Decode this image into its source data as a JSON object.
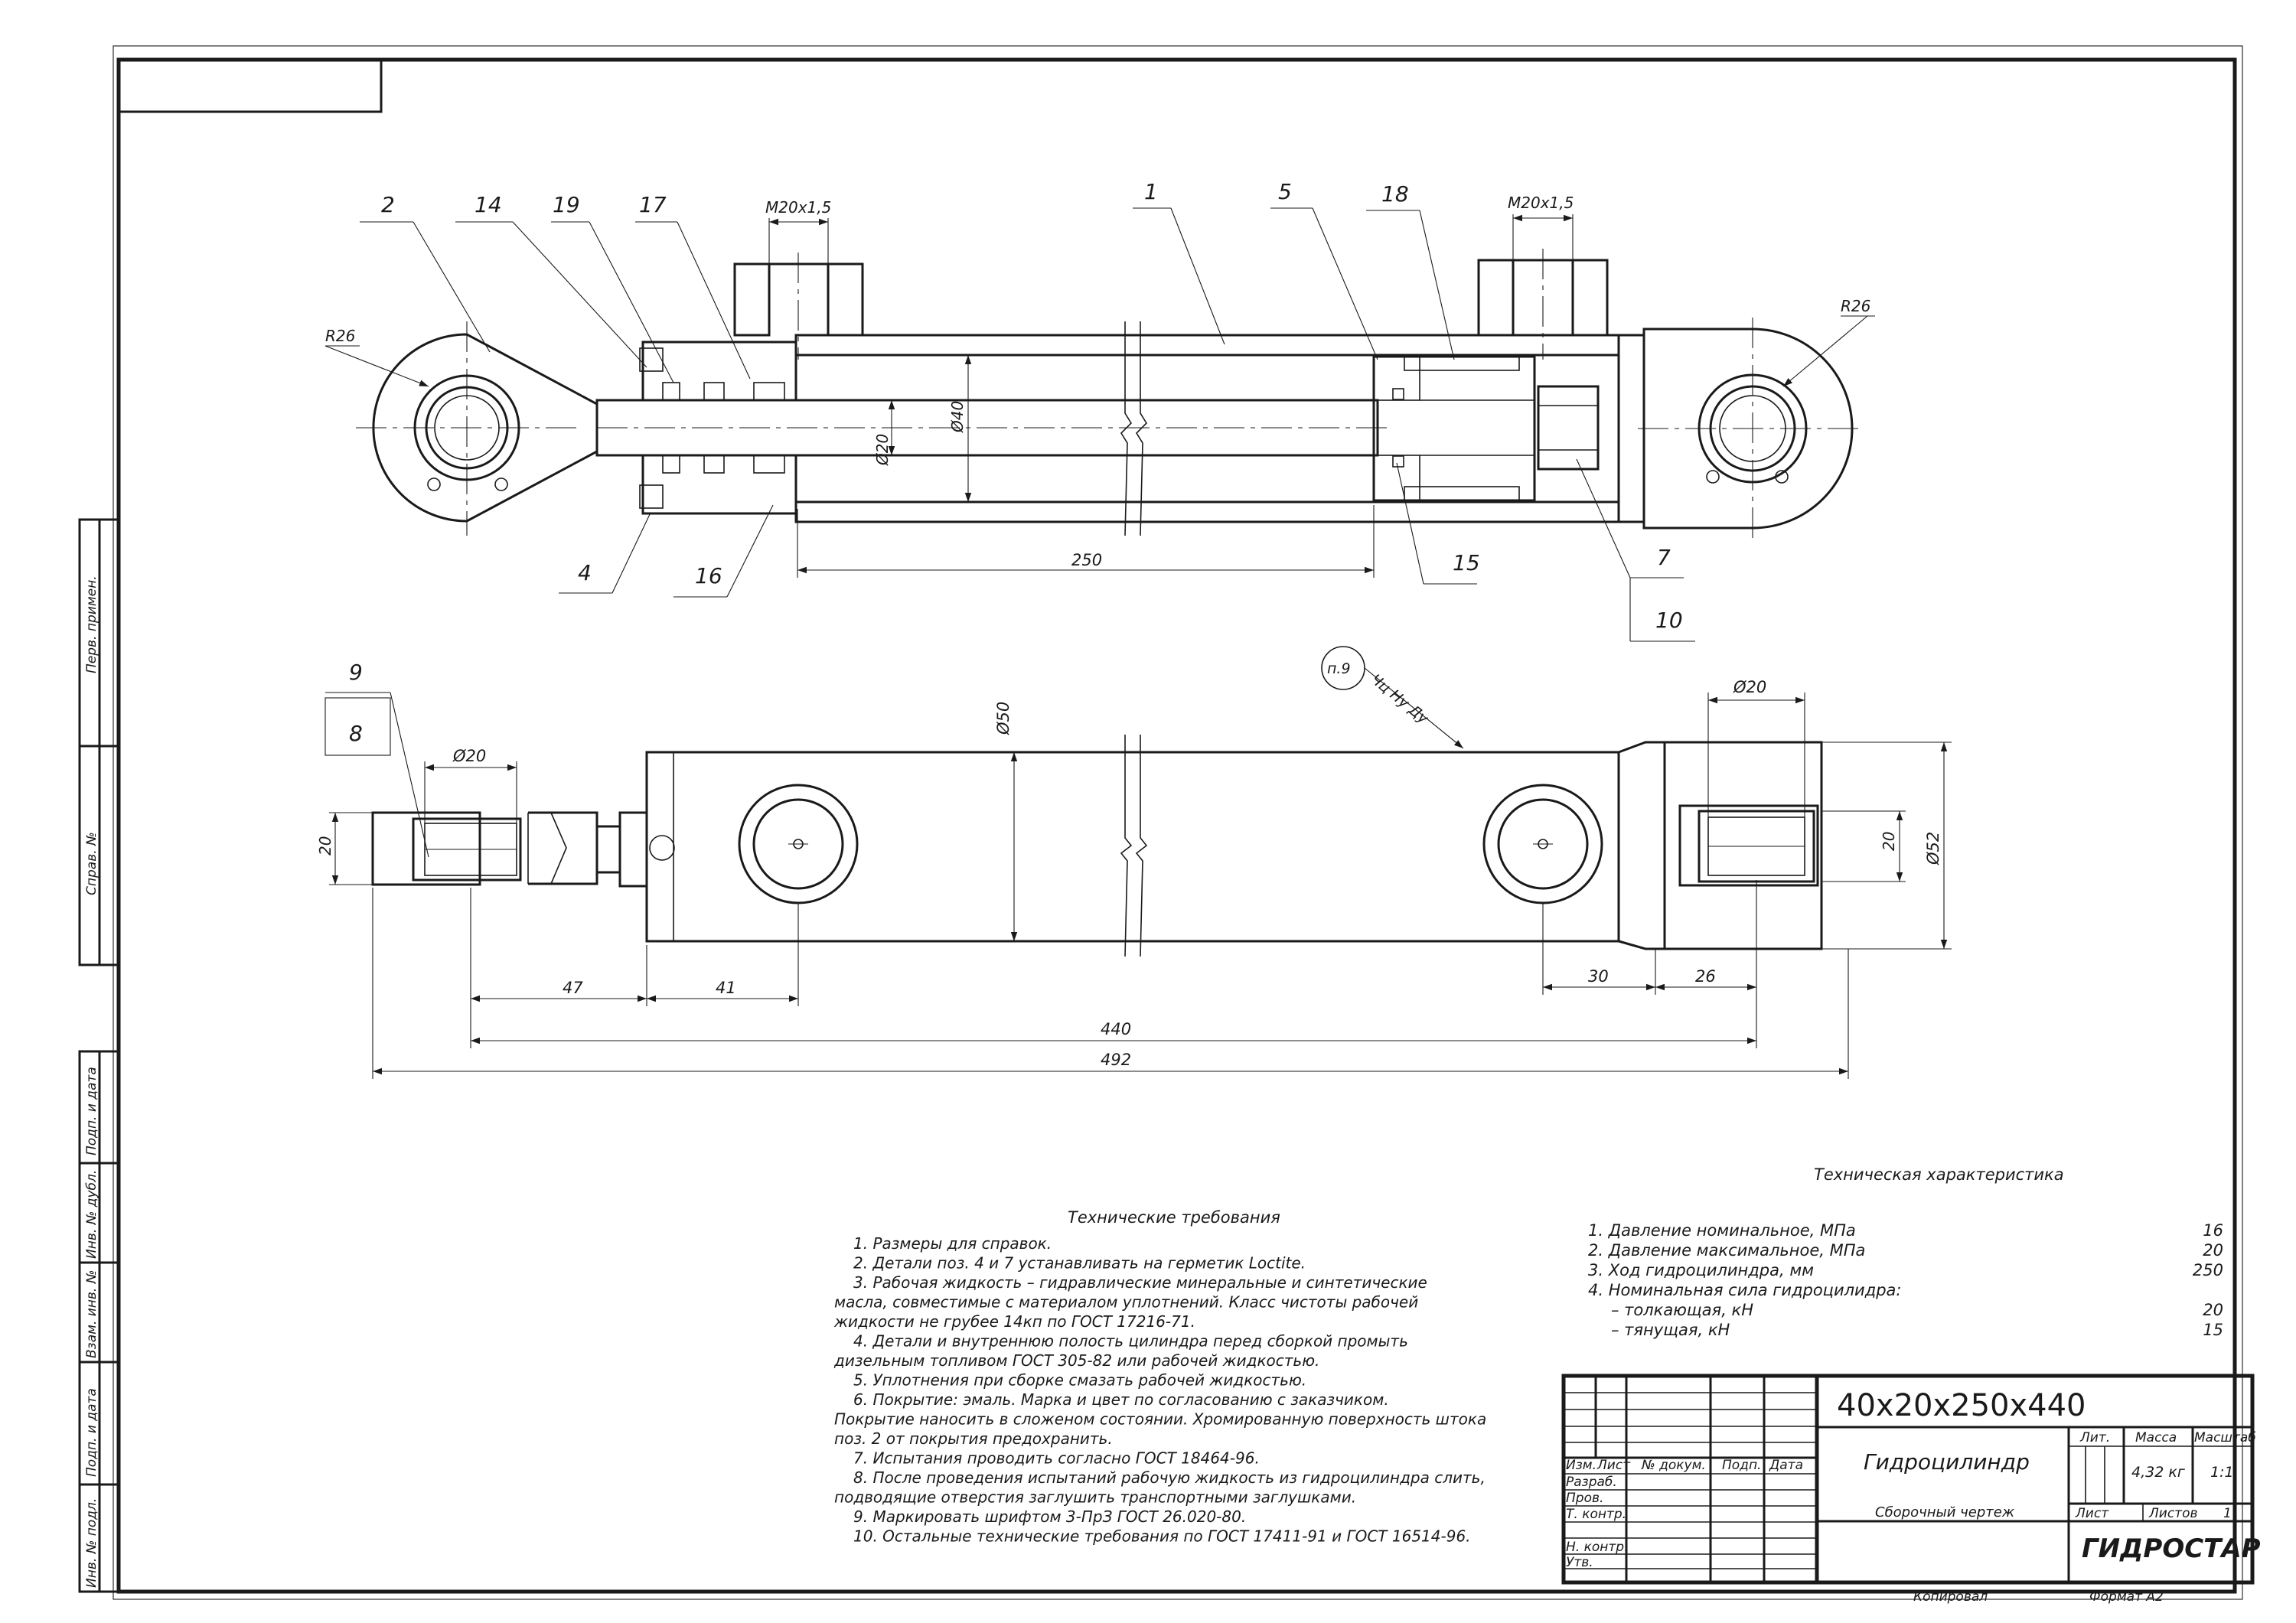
{
  "title_block": {
    "designation": "40x20x250x440",
    "name": "Гидроцилиндр",
    "doc_type": "Сборочный чертеж",
    "company": "ГИДРОСТАР",
    "col_lit": "Лит.",
    "col_mass": "Масса",
    "col_scale": "Масштаб",
    "mass": "4,32 кг",
    "scale": "1:1",
    "sheet": "Лист",
    "sheets": "Листов",
    "sheets_count": "1",
    "copied": "Копировал",
    "format": "Формат А2",
    "col_izm": "Изм.",
    "col_list": "Лист",
    "col_docnum": "№ докум.",
    "col_sign": "Подп.",
    "col_date": "Дата",
    "rows": [
      "Разраб.",
      "Пров.",
      "Т. контр.",
      "",
      "Н. контр.",
      "Утв."
    ]
  },
  "left_margin": {
    "top": [
      "Перв. примен.",
      "Справ. №"
    ],
    "bottom": [
      "Подп. и дата",
      "Инв. № дубл.",
      "Взам. инв. №",
      "Подп. и дата",
      "Инв. № подл."
    ]
  },
  "tech_requirements": {
    "title": "Технические требования",
    "lines": [
      "1.   Размеры для справок.",
      "2.   Детали поз.   4 и   7 устанавливать на герметик Loctite.",
      "3.   Рабочая жидкость – гидравлические минеральные и синтетические",
      "масла, совместимые с материалом уплотнений. Класс чистоты рабочей",
      "жидкости не грубее 14кп по ГОСТ 17216-71.",
      "4.   Детали и внутреннюю полость  цилиндра перед  сборкой промыть",
      "дизельным  топливом  ГОСТ 305-82 или рабочей жидкостью.",
      "5.   Уплотнения при сборке смазать рабочей жидкостью.",
      "6.   Покрытие: эмаль. Марка и цвет по согласованию с заказчиком.",
      "Покрытие наносить в сложеном состоянии. Хромированную поверхность штока",
      "поз.  2 от покрытия предохранить.",
      "7.   Испытания проводить согласно ГОСТ 18464-96.",
      "8.   После проведения испытаний рабочую жидкость из гидроцилиндра слить,",
      "подводящие отверстия заглушить транспортными заглушками.",
      "9.   Маркировать шрифтом 3-ПрЗ ГОСТ 26.020-80.",
      "10.   Остальные технические требования по ГОСТ 17411-91 и ГОСТ 16514-96."
    ]
  },
  "tech_specs": {
    "title": "Техническая характеристика",
    "rows": [
      {
        "label": "1.   Давление номинальное, МПа",
        "value": "16"
      },
      {
        "label": "2.   Давление максимальное, МПа",
        "value": "20"
      },
      {
        "label": "3.   Ход гидроцилиндра, мм",
        "value": "250"
      },
      {
        "label": "4.   Номинальная сила гидроцилидра:",
        "value": ""
      },
      {
        "label": "  – толкающая, кН",
        "value": "20"
      },
      {
        "label": "  – тянущая, кН",
        "value": "15"
      }
    ]
  },
  "callouts": {
    "p2": "2",
    "p14": "14",
    "p19": "19",
    "p17": "17",
    "p1": "1",
    "p5": "5",
    "p18": "18",
    "p4": "4",
    "p16": "16",
    "p15": "15",
    "p7": "7",
    "p10": "10",
    "p9": "9",
    "p8": "8"
  },
  "dimensions": {
    "thread_left": "М20х1,5",
    "thread_right": "М20х1,5",
    "r_left": "R26",
    "r_right": "R26",
    "d20_rod": "Ø20",
    "d40": "Ø40",
    "stroke_250": "250",
    "d50": "Ø50",
    "d20_left": "Ø20",
    "d20_right": "Ø20",
    "d52": "Ø52",
    "w20_left": "20",
    "w20_right": "20",
    "l47": "47",
    "l41": "41",
    "l30": "30",
    "l26": "26",
    "l440": "440",
    "l492": "492"
  },
  "marking": {
    "note": "п.9",
    "text": "Чц Ну Ду"
  }
}
